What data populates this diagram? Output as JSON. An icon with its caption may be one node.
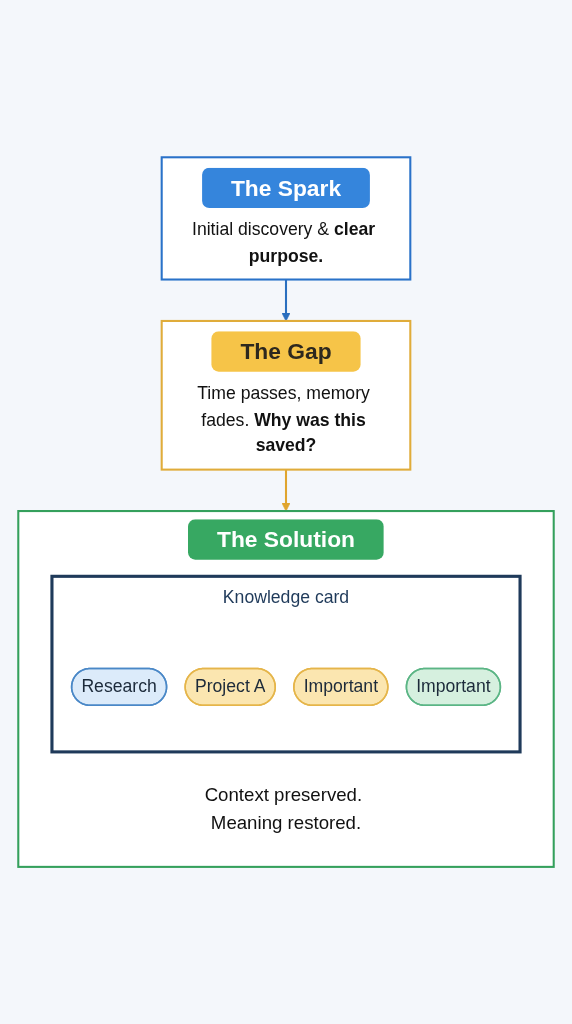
{
  "diagram": {
    "nodes": [
      {
        "text": [
          "The Spark",
          "Initial discovery & **clear purpose.**"
        ]
      },
      {
        "text": [
          "The Gap",
          "Time passes, memory fades. **Why was this saved?**"
        ]
      },
      {
        "text": [
          "The Solution",
          "Context preserved. Meaning restored."
        ]
      },
      {
        "text": [
          "Knowledge card"
        ],
        "in": 2
      },
      {
        "text": [
          "Research"
        ],
        "in": 3
      },
      {
        "text": [
          "Project A"
        ],
        "in": 3
      },
      {
        "text": [
          "Important"
        ],
        "in": 3
      },
      {
        "text": [
          "Important"
        ],
        "in": 3
      }
    ],
    "edges": [
      {
        "from": 0,
        "to": 1,
        "arrow": "to",
        "color": "#2a6fbf"
      },
      {
        "from": 1,
        "to": 2,
        "arrow": "to",
        "color": "#e0a52e"
      }
    ]
  }
}
